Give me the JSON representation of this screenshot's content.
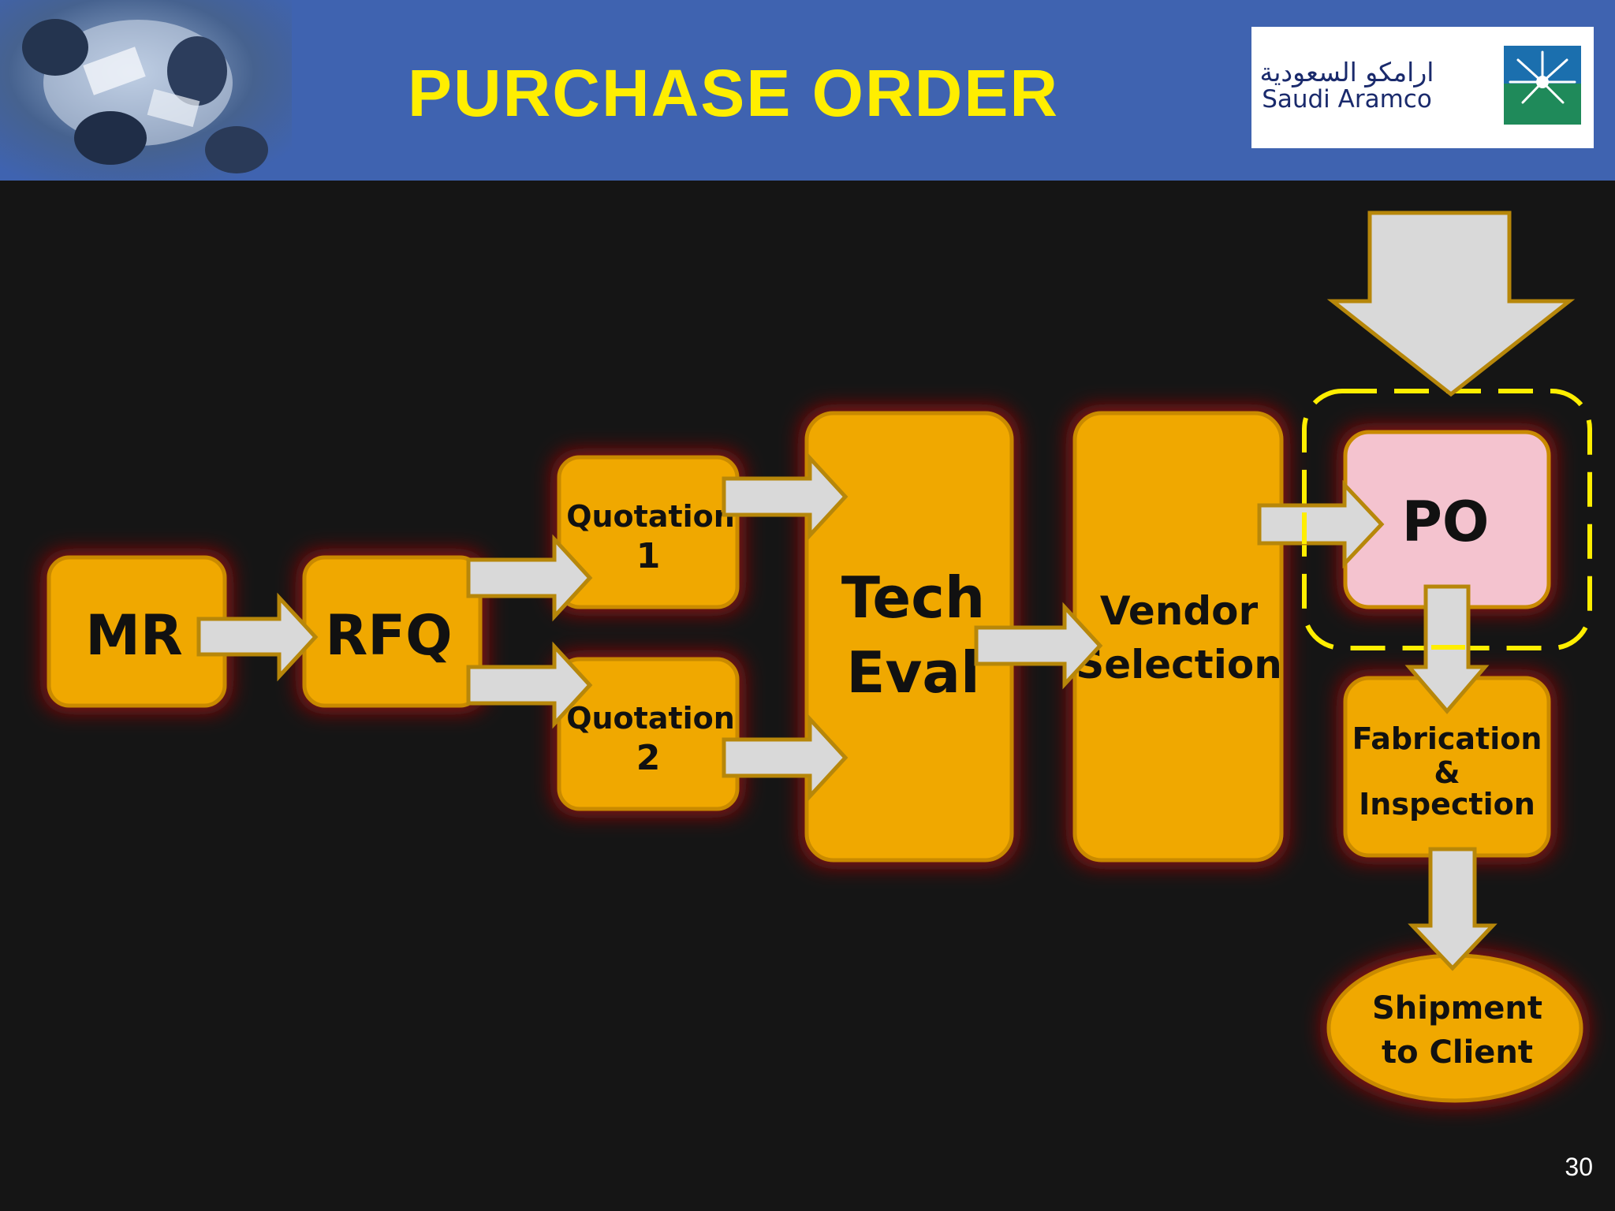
{
  "header": {
    "title": "PURCHASE ORDER",
    "logo": {
      "arabic": "ارامكو السعودية",
      "latin": "Saudi Aramco"
    },
    "background_color": "#3f63b0",
    "title_color": "#ffee00"
  },
  "nodes": {
    "mr": "MR",
    "rfq": "RFQ",
    "quotation1": {
      "line1": "Quotation",
      "line2": "1"
    },
    "quotation2": {
      "line1": "Quotation",
      "line2": "2"
    },
    "tech_eval": {
      "line1": "Tech",
      "line2": "Eval"
    },
    "vendor_selection": {
      "line1": "Vendor",
      "line2": "Selection"
    },
    "po": "PO",
    "fabrication": {
      "line1": "Fabrication",
      "line2": "&",
      "line3": "Inspection"
    },
    "shipment": {
      "line1": "Shipment",
      "line2": "to Client"
    }
  },
  "colors": {
    "node_fill": "#f0a800",
    "node_stroke": "#c98a00",
    "highlight_fill": "#f4c3cf",
    "glow": "#8a0f0f",
    "arrow_fill": "#d9d9d9",
    "arrow_stroke": "#b7870a",
    "focus_dash": "#ffee00"
  },
  "page_number": "30"
}
